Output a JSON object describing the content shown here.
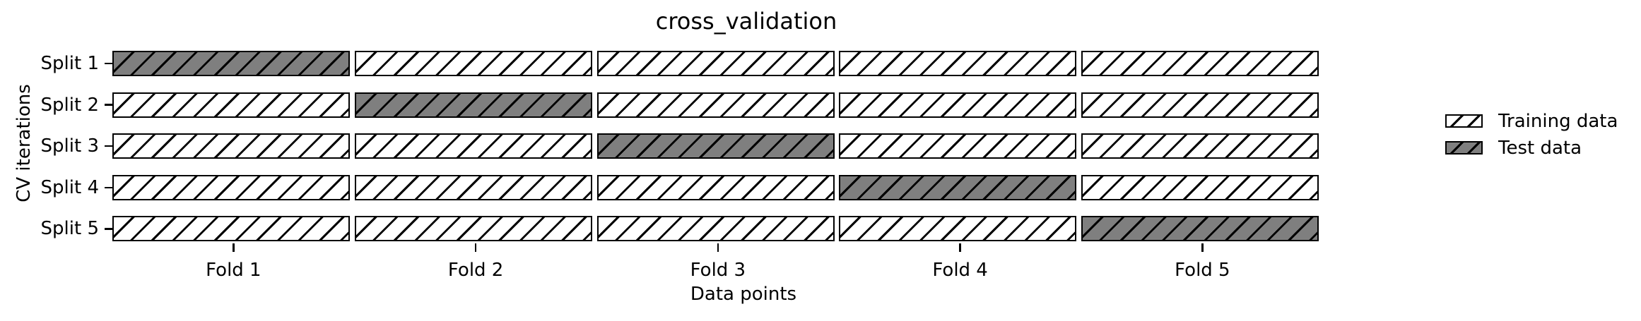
{
  "figure": {
    "title": "cross_validation",
    "xlabel": "Data points",
    "ylabel": "CV iterations"
  },
  "y_ticks": [
    "Split 1",
    "Split 2",
    "Split 3",
    "Split 4",
    "Split 5"
  ],
  "x_ticks": [
    "Fold 1",
    "Fold 2",
    "Fold 3",
    "Fold 4",
    "Fold 5"
  ],
  "legend": {
    "items": [
      {
        "label": "Training data",
        "kind": "train"
      },
      {
        "label": "Test data",
        "kind": "test"
      }
    ]
  },
  "colors": {
    "train_fill": "#ffffff",
    "test_fill": "#7f7f7f",
    "edge": "#000000",
    "text": "#000000"
  },
  "chart_data": {
    "type": "heatmap",
    "title": "cross_validation",
    "xlabel": "Data points",
    "ylabel": "CV iterations",
    "rows": [
      "Split 1",
      "Split 2",
      "Split 3",
      "Split 4",
      "Split 5"
    ],
    "columns": [
      "Fold 1",
      "Fold 2",
      "Fold 3",
      "Fold 4",
      "Fold 5"
    ],
    "cells": [
      [
        "test",
        "train",
        "train",
        "train",
        "train"
      ],
      [
        "train",
        "test",
        "train",
        "train",
        "train"
      ],
      [
        "train",
        "train",
        "test",
        "train",
        "train"
      ],
      [
        "train",
        "train",
        "train",
        "test",
        "train"
      ],
      [
        "train",
        "train",
        "train",
        "train",
        "test"
      ]
    ],
    "hatch": "/",
    "legend_entries": [
      "Training data",
      "Test data"
    ],
    "legend_position": "center-right",
    "grid": false,
    "n_splits": 5,
    "n_folds": 5
  }
}
